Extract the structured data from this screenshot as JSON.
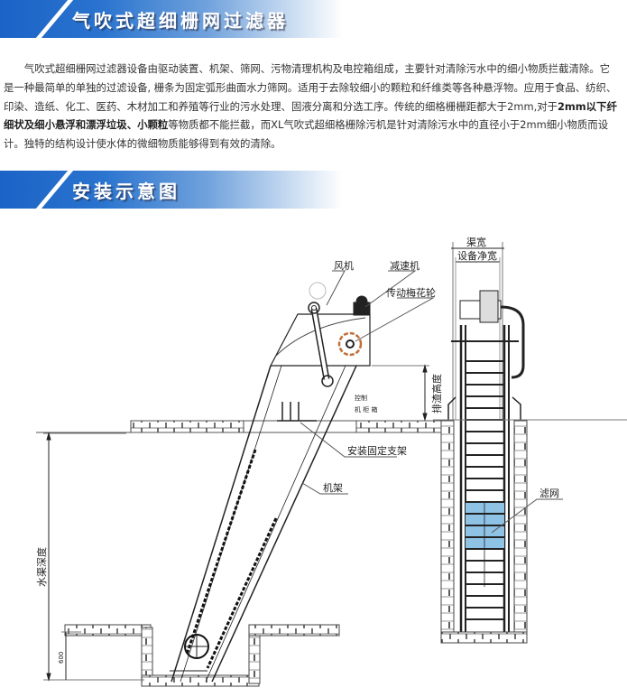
{
  "sections": [
    {
      "title": "气吹式超细栅网过滤器"
    },
    {
      "title": "安装示意图"
    }
  ],
  "description": {
    "indent": "　　",
    "part1": "气吹式超细栅网过滤器设备由驱动装置、机架、筛网、污物清理机构及电控箱组成，主要针对清除污水中的细小物质拦截清除。它是一种最简单的单独的过滤设备, 栅条为固定弧形曲面水力筛网。适用于去除较细小的颗粒和纤维类等各种悬浮物。应用于食品、纺织、印染、造纸、化工、医药、木材加工和养殖等行业的污水处理、固液分离和分选工序。传统的细格栅栅距都大于2mm,对于",
    "bold": "2mm以下纤细状及细小悬浮和漂浮垃圾、小颗粒",
    "part2": "等物质都不能拦截，而XL气吹式超细格栅除污机是针对清除污水中的直径小于2mm细小物质而设计。独特的结构设计使水体的微细物质能够得到有效的清除。"
  },
  "diagram": {
    "labels": {
      "fan": "风机",
      "reducer": "减速机",
      "sprocket": "传动梅花轮",
      "discharge_height": "排渣高度",
      "mount_bracket": "安装固定支架",
      "frame": "机架",
      "channel_depth": "水渠深度",
      "bottom_dim": "600",
      "channel_width": "渠宽",
      "equipment_width": "设备净宽",
      "screen": "滤网",
      "electric_box_1": "控制",
      "electric_box_2": "机 柜 箱"
    },
    "colors": {
      "screen_fill": "#8fc3e6",
      "sprocket": "#c0703a",
      "line": "#222222"
    }
  }
}
